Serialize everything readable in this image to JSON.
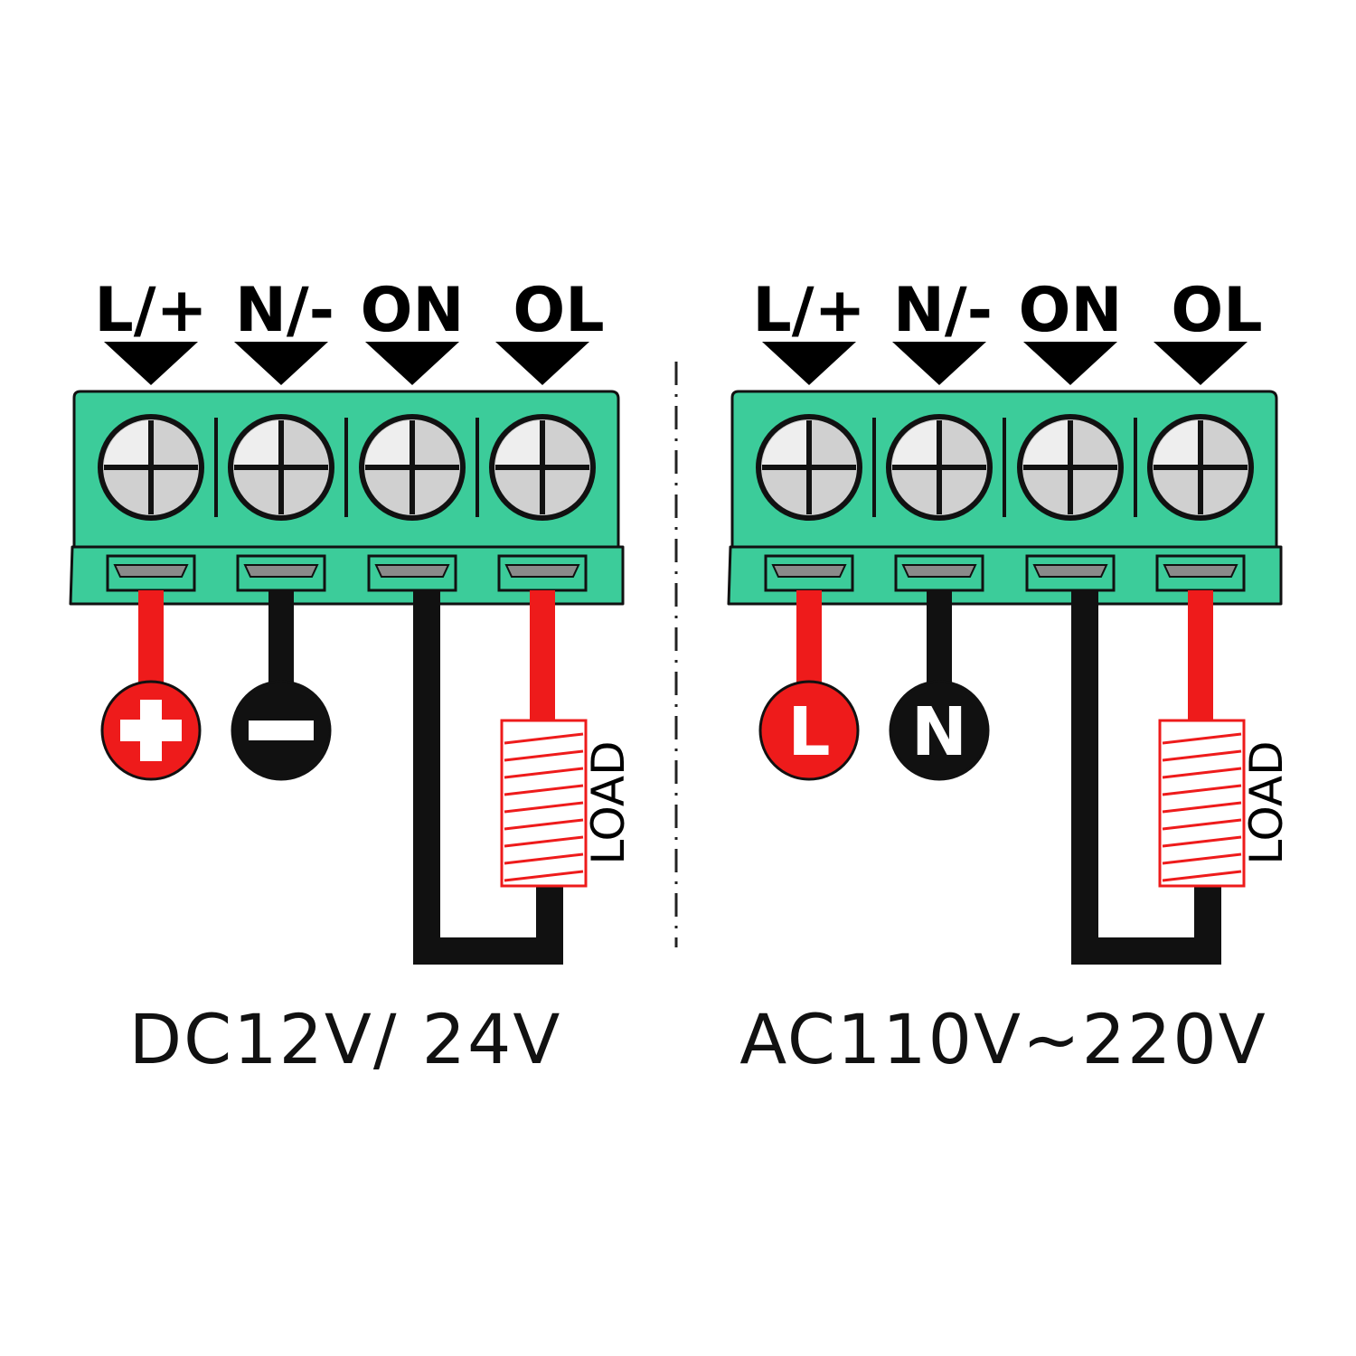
{
  "colors": {
    "block": "#3ccc9a",
    "screw": "#d0d0d0",
    "wire_red": "#ee1b1b",
    "wire_black": "#111111",
    "background": "#ffffff"
  },
  "panels": [
    {
      "id": "dc",
      "terminal_labels": [
        "L/+",
        "N/-",
        "ON",
        "OL"
      ],
      "badges": [
        {
          "symbol": "+",
          "icon": "plus-icon",
          "color": "#ee1b1b"
        },
        {
          "symbol": "−",
          "icon": "minus-icon",
          "color": "#111111"
        }
      ],
      "load_label": "LOAD",
      "caption": "DC12V/ 24V"
    },
    {
      "id": "ac",
      "terminal_labels": [
        "L/+",
        "N/-",
        "ON",
        "OL"
      ],
      "badges": [
        {
          "symbol": "L",
          "icon": "live-icon",
          "color": "#ee1b1b"
        },
        {
          "symbol": "N",
          "icon": "neutral-icon",
          "color": "#111111"
        }
      ],
      "load_label": "LOAD",
      "caption": "AC110V~220V"
    }
  ]
}
